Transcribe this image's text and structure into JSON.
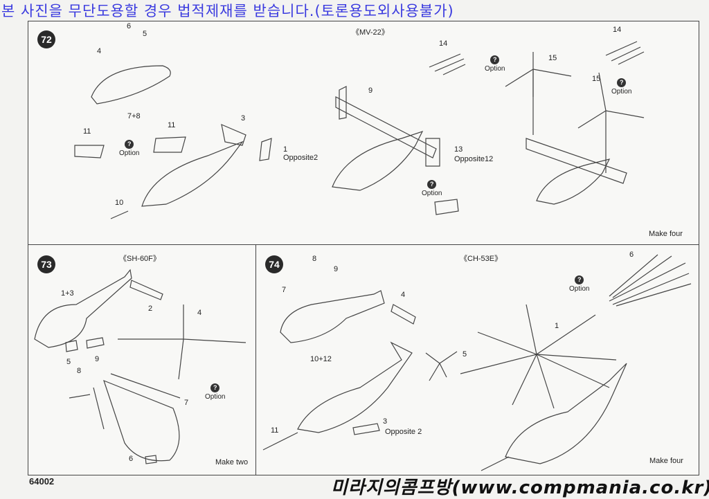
{
  "banner": "본 사진을 무단도용할 경우 법적제재를 받습니다.(토론용도외사용불가)",
  "watermark": "미라지의콤프방(www.compmania.co.kr)",
  "product_code": "64002",
  "step72": {
    "number": "72",
    "title": "《MV-22》",
    "parts": [
      "6",
      "5",
      "4",
      "7+8",
      "11",
      "11",
      "3",
      "1",
      "10",
      "9",
      "13",
      "14",
      "15",
      "14",
      "15"
    ],
    "opposite_a": "Opposite2",
    "opposite_b": "Opposite12",
    "option": "Option",
    "note": "Make four"
  },
  "step73": {
    "number": "73",
    "title": "《SH-60F》",
    "parts": [
      "1+3",
      "2",
      "4",
      "5",
      "9",
      "8",
      "7",
      "6"
    ],
    "option": "Option",
    "note": "Make two"
  },
  "step74": {
    "number": "74",
    "title": "《CH-53E》",
    "parts": [
      "8",
      "9",
      "7",
      "4",
      "10+12",
      "6",
      "1",
      "5",
      "11",
      "3"
    ],
    "opposite": "Opposite 2",
    "option": "Option",
    "note": "Make four"
  }
}
